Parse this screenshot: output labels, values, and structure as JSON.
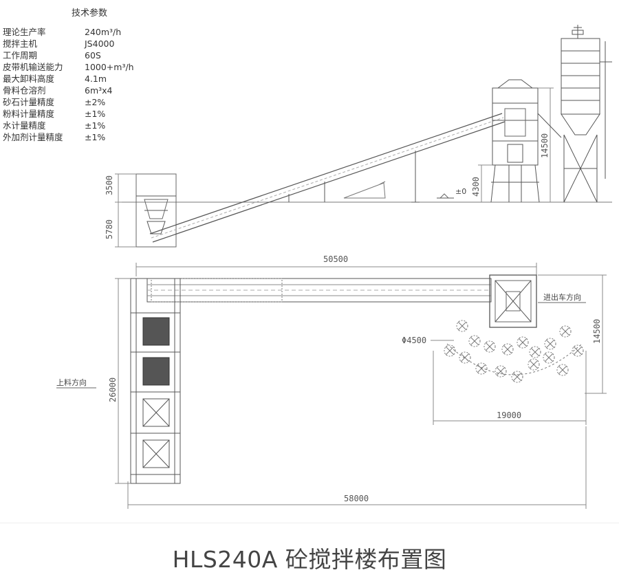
{
  "tech_params": {
    "title": "技术参数",
    "rows": [
      {
        "label": "理论生产率",
        "value": "240m³/h"
      },
      {
        "label": "搅拌主机",
        "value": "JS4000"
      },
      {
        "label": "工作周期",
        "value": "60S"
      },
      {
        "label": "皮带机输送能力",
        "value": "1000+m³/h"
      },
      {
        "label": "最大卸料高度",
        "value": "4.1m"
      },
      {
        "label": "骨料仓溶剂",
        "value": "6m³x4"
      },
      {
        "label": "砂石计量精度",
        "value": "±2%"
      },
      {
        "label": "粉料计量精度",
        "value": "±1%"
      },
      {
        "label": "水计量精度",
        "value": "±1%"
      },
      {
        "label": "外加剂计量精度",
        "value": "±1%"
      }
    ]
  },
  "dimensions": {
    "elev_3500": "3500",
    "elev_5780": "5780",
    "elev_4300": "4300",
    "elev_14500": "14500",
    "plan_50500": "50500",
    "plan_14500": "14500",
    "plan_26000": "26000",
    "plan_19000": "19000",
    "plan_58000": "58000",
    "silo_dia": "Φ4500",
    "ground_mark": "±0"
  },
  "labels": {
    "truck_direction": "进出车方向",
    "feed_direction": "上料方向"
  },
  "caption": "HLS240A 砼搅拌楼布置图"
}
